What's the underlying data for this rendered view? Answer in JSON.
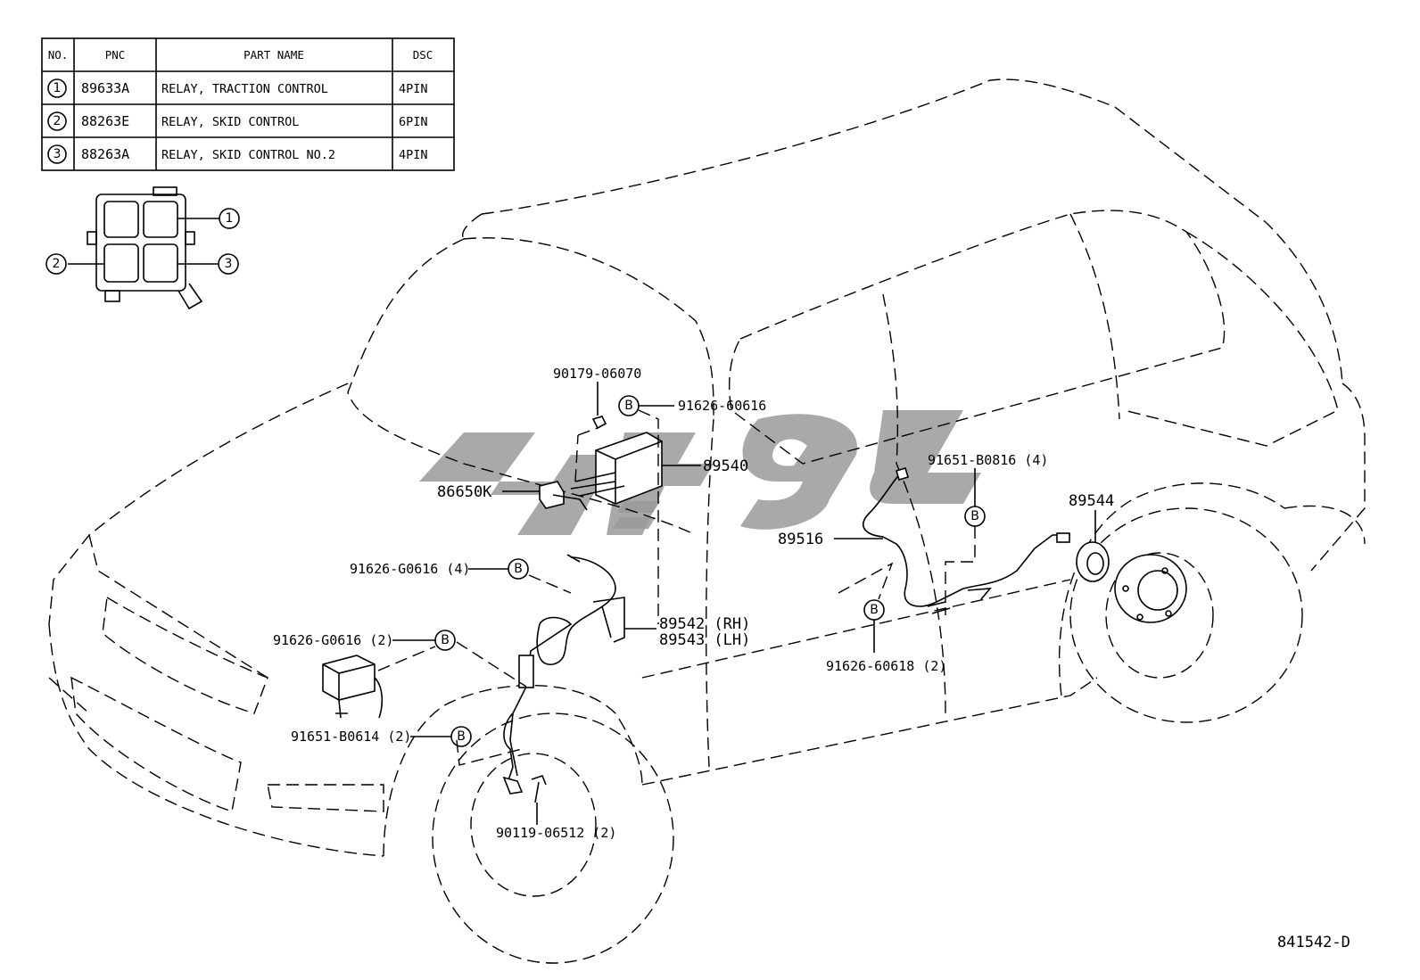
{
  "table": {
    "headers": [
      "NO.",
      "PNC",
      "PART NAME",
      "DSC"
    ],
    "rows": [
      {
        "no": "1",
        "pnc": "89633A",
        "name": "RELAY, TRACTION CONTROL",
        "dsc": "4PIN"
      },
      {
        "no": "2",
        "pnc": "88263E",
        "name": "RELAY, SKID CONTROL",
        "dsc": "6PIN"
      },
      {
        "no": "3",
        "pnc": "88263A",
        "name": "RELAY, SKID CONTROL NO.2",
        "dsc": "4PIN"
      }
    ]
  },
  "relay_block": {
    "callouts": [
      "1",
      "2",
      "3"
    ]
  },
  "labels": {
    "p90179": "90179-06070",
    "p91626_60616": "91626-60616",
    "p89540": "89540",
    "p86650k": "86650K",
    "p91626_g0616_4": "91626-G0616 (4)",
    "p91626_g0616_2": "91626-G0616 (2)",
    "p89542": "89542 (RH)",
    "p89543": "89543 (LH)",
    "p91651_b0614": "91651-B0614 (2)",
    "p90119": "90119-06512 (2)",
    "p91651_b0816": "91651-B0816 (4)",
    "p89516": "89516",
    "p89544": "89544",
    "p91626_60618": "91626-60618 (2)"
  },
  "b_marker": "B",
  "diagram_code": "841542-D"
}
